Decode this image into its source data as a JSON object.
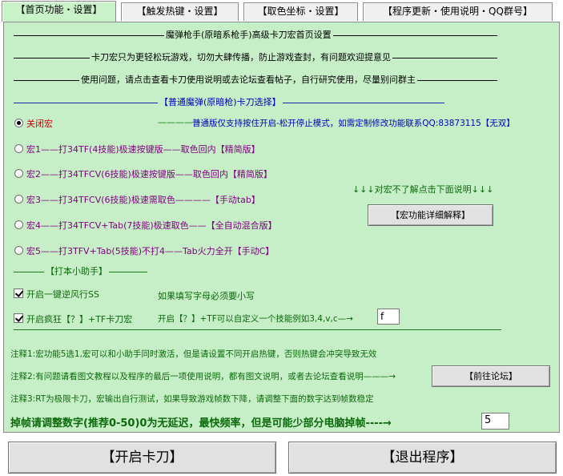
{
  "tabs": [
    {
      "label": "【首页功能・设置】",
      "active": true
    },
    {
      "label": "【触发热键・设置】",
      "active": false
    },
    {
      "label": "【取色坐标・设置】",
      "active": false
    },
    {
      "label": "【程序更新・使用说明・QQ群号】",
      "active": false
    }
  ],
  "header": {
    "line1": "魔弹枪手(原暗系枪手)高级卡刀宏首页设置",
    "line2": "卡刀宏只为更轻松玩游戏，切勿大肆传播，防止游戏查封，有问题欢迎提意见",
    "line3": "使用问题，请点击查看卡刀使用说明或去论坛查看帖子，自行研究使用，尽量别问群主"
  },
  "macro_section": {
    "title": "【普通魔弹(原暗枪)卡刀选择】",
    "options": [
      {
        "label": "关闭宏",
        "checked": true
      },
      {
        "label": "宏1——打34TF(4技能)极速按键版——取色回内【精简版】",
        "checked": false
      },
      {
        "label": "宏2——打34TFCV(6技能)极速按键版——取色回内【精简版】",
        "checked": false
      },
      {
        "label": "宏3——打34TFCV(6技能)极速需取色————【手动tab】",
        "checked": false
      },
      {
        "label": "宏4——打34TFCV+Tab(7技能)极速取色——【全自动混合版】",
        "checked": false
      },
      {
        "label": "宏5——打3TFV+Tab(5技能)不打4——Tab火力全开【手动C】",
        "checked": false
      }
    ],
    "info_arrow": "————→",
    "info_text": "普通版仅支持按住开启-松开停止模式，如需定制修改功能联系QQ:83873115【无双】",
    "hint_text": "↓↓↓对宏不了解点击下面说明↓↓↓",
    "detail_button": "【宏功能详细解释】"
  },
  "helper_section": {
    "title": "【打本小助手】",
    "ss_label": "开启一键逆风行SS",
    "ss_checked": true,
    "crazy_label": "开启疯狂【？】+TF卡刀宏",
    "crazy_checked": true,
    "lower_hint": "如果填写字母必须要小写",
    "custom_label": "开启【？】+TF可以自定义一个技能例如3,4,v,c—→",
    "custom_value": "f"
  },
  "notes": {
    "note1": "注释1:宏功能5选1,宏可以和小助手同时激活，但是请设置不同开启热键，否则热键会冲突导致无效",
    "note2": "注释2:有问题请看图文教程以及程序的最后一项使用说明，都有图文说明，或者去论坛查看说明———→",
    "forum_button": "【前往论坛】",
    "note3": "注释3:RT为极限卡刀，宏输出自行测试，如果导致游戏帧数下降，请调整下面的数字达到帧数稳定"
  },
  "frame": {
    "label": "掉帧请调整数字(推荐0-50)0为无延迟，最快频率，但是可能少部分电脑掉帧----→",
    "value": "5"
  },
  "buttons": {
    "start": "【开启卡刀】",
    "exit": "【退出程序】"
  }
}
